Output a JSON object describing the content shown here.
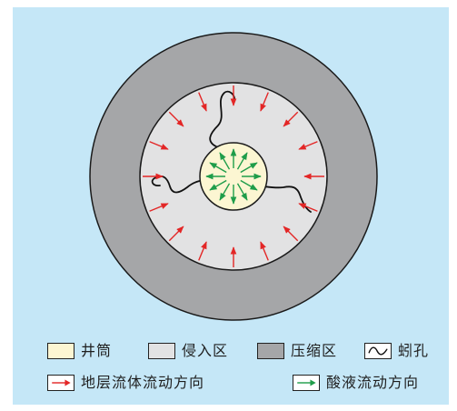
{
  "colors": {
    "background": "#c5e7f7",
    "wellbore": "#fcf6d2",
    "invaded_zone": "#e2e2e3",
    "compressed_zone": "#a5a6a8",
    "outline": "#1a1a1a",
    "formation_arrow": "#e32626",
    "acid_arrow": "#1f9d4a"
  },
  "diagram": {
    "regions": [
      "compressed-zone",
      "invaded-zone",
      "wellbore"
    ],
    "wormhole_count": 3,
    "formation_arrow_count": 16,
    "acid_arrow_count": 12
  },
  "legend": {
    "row1": [
      {
        "label": "井筒",
        "swatch": "wellbore"
      },
      {
        "label": "侵入区",
        "swatch": "invaded_zone"
      },
      {
        "label": "压缩区",
        "swatch": "compressed_zone"
      },
      {
        "label": "蚓孔",
        "swatch": "wormhole-icon"
      }
    ],
    "row2": [
      {
        "label": "地层流体流动方向",
        "swatch": "red-arrow-icon"
      },
      {
        "label": "酸液流动方向",
        "swatch": "green-arrow-icon"
      }
    ]
  }
}
